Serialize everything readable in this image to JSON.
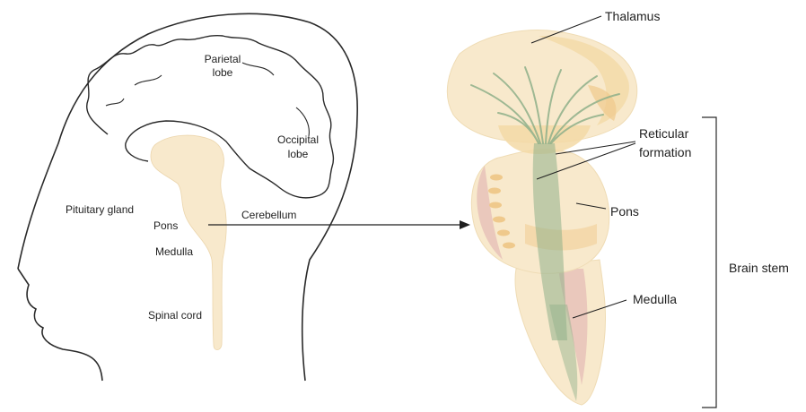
{
  "head_labels": {
    "parietal_line1": "Parietal",
    "parietal_line2": "lobe",
    "occipital_line1": "Occipital",
    "occipital_line2": "lobe",
    "pituitary": "Pituitary gland",
    "pons": "Pons",
    "cerebellum": "Cerebellum",
    "medulla": "Medulla",
    "spinal_cord": "Spinal cord"
  },
  "brainstem_labels": {
    "thalamus": "Thalamus",
    "reticular_line1": "Reticular",
    "reticular_line2": "formation",
    "pons": "Pons",
    "medulla": "Medulla",
    "brain_stem": "Brain stem"
  },
  "colors": {
    "tissue_light": "#f8e9cc",
    "tissue_mid": "#f3d9a6",
    "tissue_warm": "#efc98c",
    "fiber_green": "#8fb08a",
    "pink": "#d9a0a8",
    "outline": "#2a2a2a"
  }
}
